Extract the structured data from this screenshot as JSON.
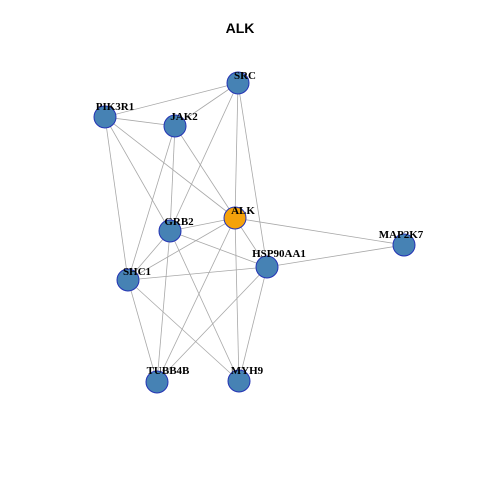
{
  "title": "ALK",
  "colors": {
    "node_fill": "#4682b4",
    "node_stroke": "#2433b4",
    "highlight_fill": "#f5a20b",
    "edge": "#a8a8a8"
  },
  "nodes": [
    {
      "id": "SRC",
      "label": "SRC",
      "highlight": false
    },
    {
      "id": "PIK3R1",
      "label": "PIK3R1",
      "highlight": false
    },
    {
      "id": "JAK2",
      "label": "JAK2",
      "highlight": false
    },
    {
      "id": "ALK",
      "label": "ALK",
      "highlight": true
    },
    {
      "id": "GRB2",
      "label": "GRB2",
      "highlight": false
    },
    {
      "id": "MAP2K7",
      "label": "MAP2K7",
      "highlight": false
    },
    {
      "id": "HSP90AA1",
      "label": "HSP90AA1",
      "highlight": false
    },
    {
      "id": "SHC1",
      "label": "SHC1",
      "highlight": false
    },
    {
      "id": "TUBB4B",
      "label": "TUBB4B",
      "highlight": false
    },
    {
      "id": "MYH9",
      "label": "MYH9",
      "highlight": false
    }
  ],
  "edges": [
    [
      "SRC",
      "PIK3R1"
    ],
    [
      "SRC",
      "JAK2"
    ],
    [
      "SRC",
      "GRB2"
    ],
    [
      "SRC",
      "ALK"
    ],
    [
      "SRC",
      "HSP90AA1"
    ],
    [
      "PIK3R1",
      "JAK2"
    ],
    [
      "PIK3R1",
      "ALK"
    ],
    [
      "PIK3R1",
      "GRB2"
    ],
    [
      "PIK3R1",
      "SHC1"
    ],
    [
      "JAK2",
      "ALK"
    ],
    [
      "JAK2",
      "GRB2"
    ],
    [
      "JAK2",
      "SHC1"
    ],
    [
      "ALK",
      "GRB2"
    ],
    [
      "ALK",
      "MAP2K7"
    ],
    [
      "ALK",
      "HSP90AA1"
    ],
    [
      "ALK",
      "SHC1"
    ],
    [
      "ALK",
      "TUBB4B"
    ],
    [
      "ALK",
      "MYH9"
    ],
    [
      "GRB2",
      "HSP90AA1"
    ],
    [
      "GRB2",
      "SHC1"
    ],
    [
      "GRB2",
      "TUBB4B"
    ],
    [
      "GRB2",
      "MYH9"
    ],
    [
      "HSP90AA1",
      "MAP2K7"
    ],
    [
      "HSP90AA1",
      "SHC1"
    ],
    [
      "HSP90AA1",
      "TUBB4B"
    ],
    [
      "HSP90AA1",
      "MYH9"
    ],
    [
      "SHC1",
      "TUBB4B"
    ],
    [
      "SHC1",
      "MYH9"
    ]
  ]
}
